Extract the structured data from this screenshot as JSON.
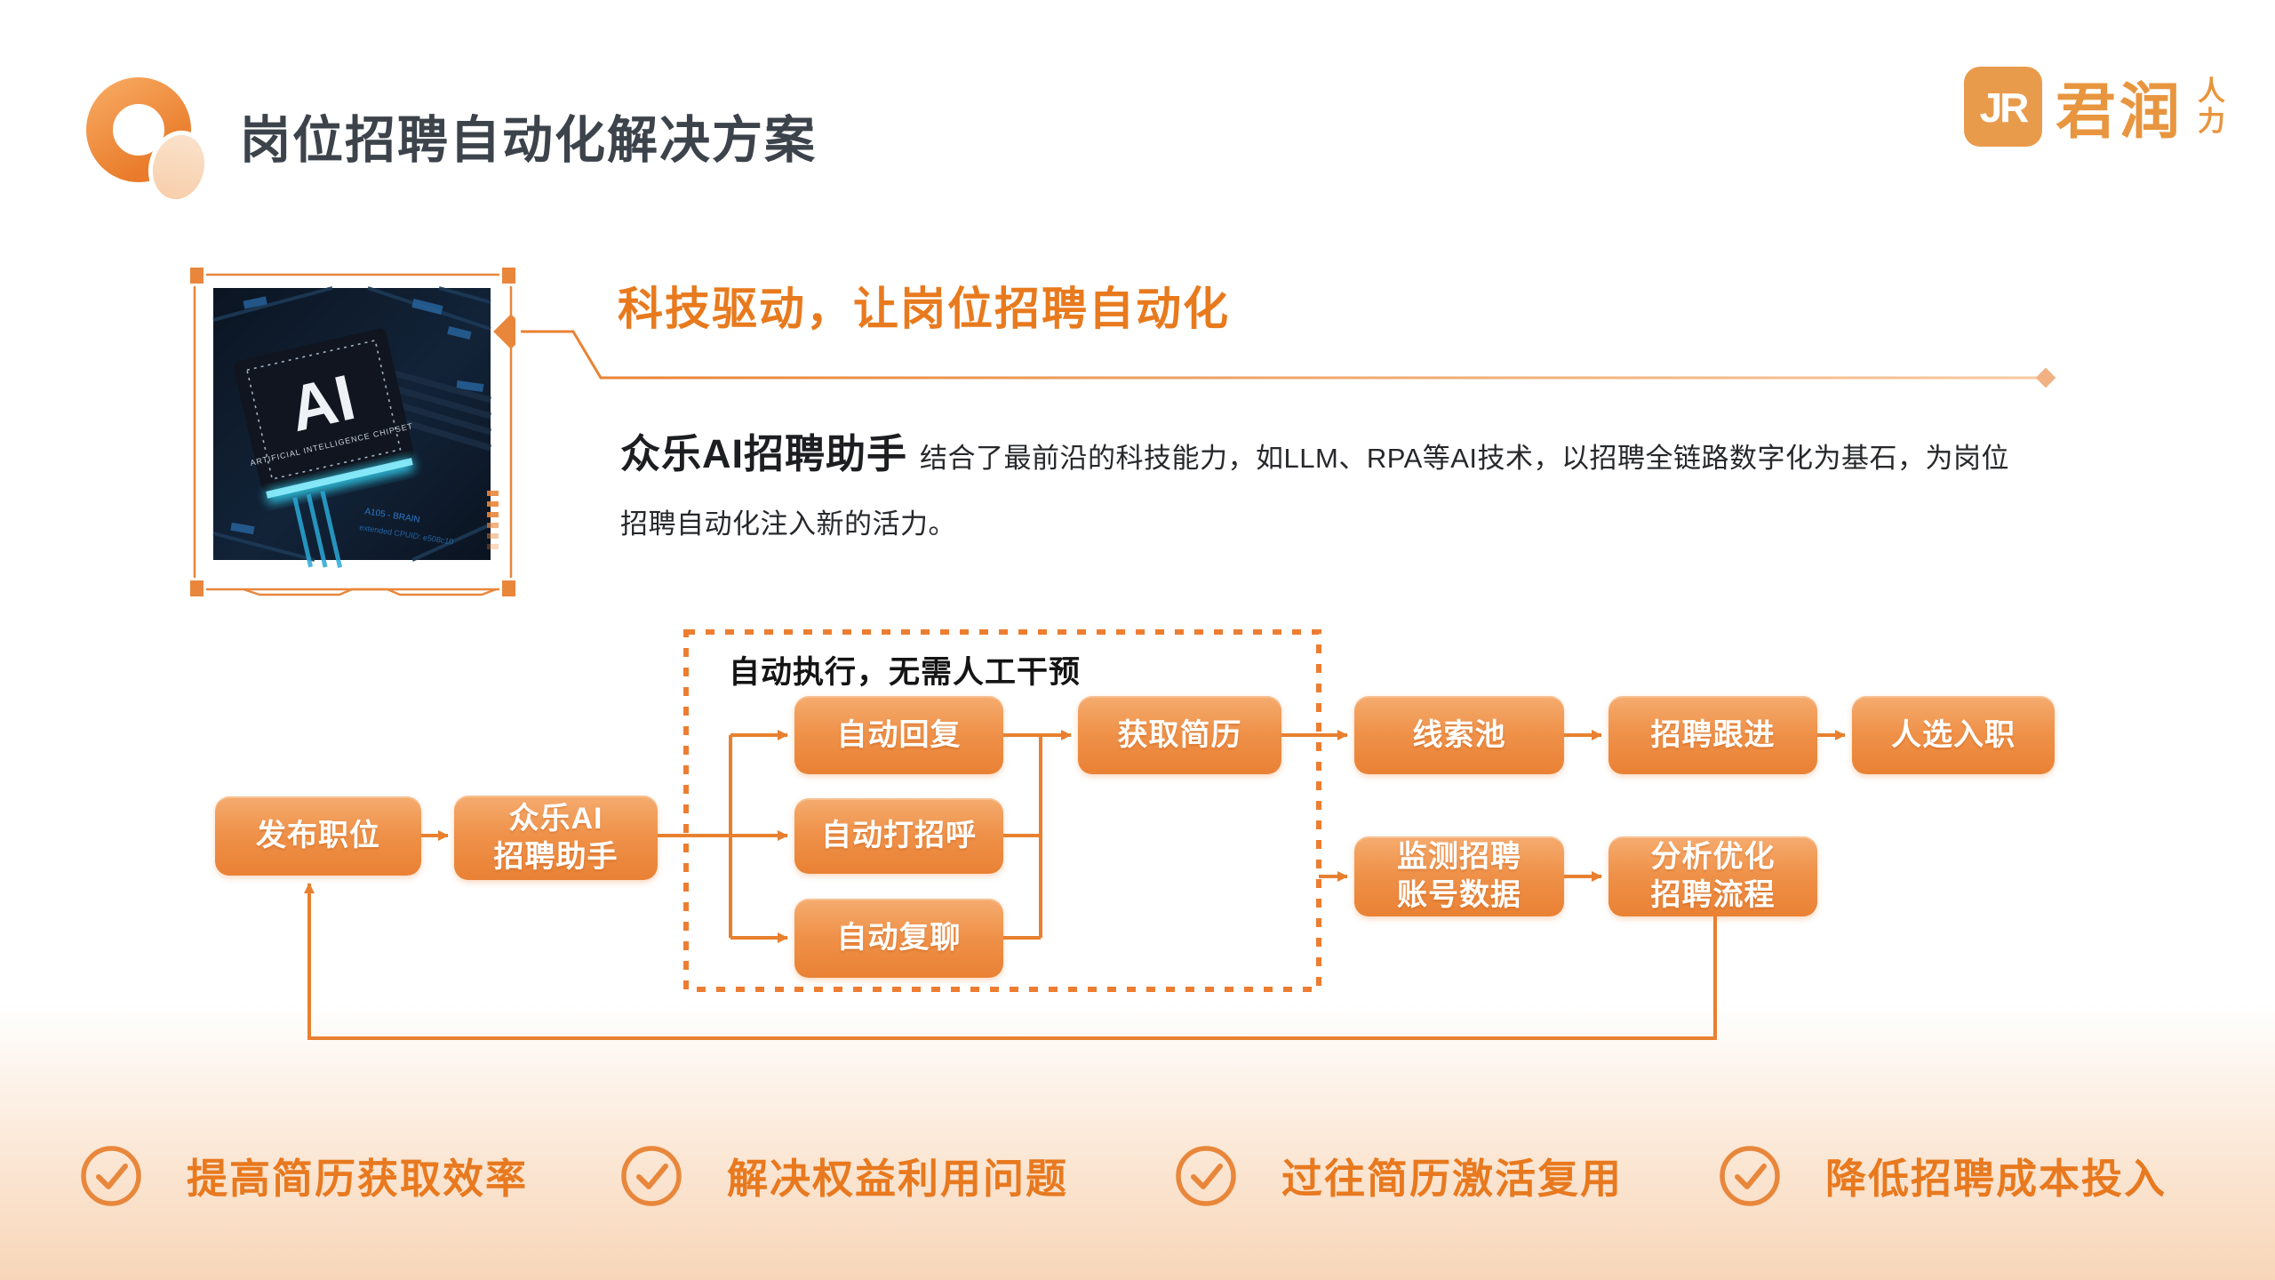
{
  "header": {
    "title": "岗位招聘自动化解决方案"
  },
  "brand": {
    "mark": "JR",
    "name": "君润",
    "suffix_top": "人",
    "suffix_bottom": "力"
  },
  "hero": {
    "heading": "科技驱动，让岗位招聘自动化",
    "lead": "众乐AI招聘助手",
    "body": "结合了最前沿的科技能力，如LLM、RPA等AI技术，以招聘全链路数字化为基石，为岗位招聘自动化注入新的活力。"
  },
  "figure": {
    "chip_label": "AI",
    "chip_caption": "ARTIFICIAL INTELLIGENCE CHIPSET",
    "board_text_1": "A105 - BRAIN",
    "board_text_2": "extended CPUID: e508c10"
  },
  "flow": {
    "auto_zone_label": "自动执行，无需人工干预",
    "nodes": {
      "publish": "发布职位",
      "assistant": "众乐AI\n招聘助手",
      "reply": "自动回复",
      "greet": "自动打招呼",
      "rechat": "自动复聊",
      "resume": "获取简历",
      "leads": "线索池",
      "follow": "招聘跟进",
      "onboard": "人选入职",
      "monitor": "监测招聘\n账号数据",
      "analyze": "分析优化\n招聘流程"
    }
  },
  "benefits": [
    "提高简历获取效率",
    "解决权益利用问题",
    "过往简历激活复用",
    "降低招聘成本投入"
  ],
  "colors": {
    "accent": "#ED7D31",
    "heading_orange": "#E87A1E",
    "node_gradient_top": "#F5AC6F",
    "node_gradient_bottom": "#E98134",
    "title_gray": "#3C434B",
    "brand_orange": "#E8953F",
    "bottom_band": "#F8D6B8",
    "chip_glow_cyan": "#35E0FF"
  }
}
